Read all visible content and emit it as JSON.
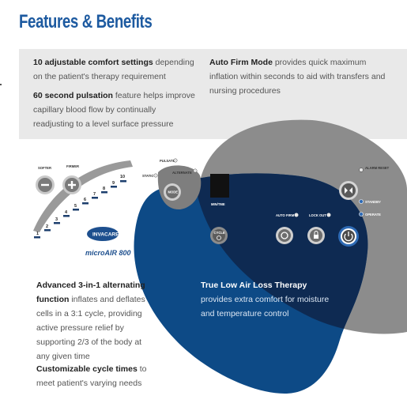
{
  "title": "Features & Benefits",
  "features": {
    "comfort": {
      "bold": "10 adjustable comfort settings",
      "text": " depending on the patient's therapy requirement"
    },
    "pulsation": {
      "bold": "60 second pulsation",
      "text": " feature helps improve capillary blood flow by continually readjusting to a level surface pressure"
    },
    "auto_firm": {
      "bold": "Auto Firm Mode",
      "text": " provides quick maximum inflation within seconds to aid with transfers and nursing procedures"
    },
    "alternating": {
      "bold": "Advanced 3-in-1 alternating function",
      "text": " inflates and deflates cells in a 3:1 cycle, providing active pressure relief by supporting 2/3 of the body at any given time"
    },
    "cycle_times": {
      "bold": "Customizable cycle times",
      "text": " to meet patient's varying needs"
    },
    "low_air_loss": {
      "bold": "True Low Air Loss Therapy",
      "text": " provides extra comfort for moisture and temperature control"
    }
  },
  "panel": {
    "softer": "SOFTER",
    "firmer": "FIRMER",
    "levels": [
      "1",
      "2",
      "3",
      "4",
      "5",
      "6",
      "7",
      "8",
      "9",
      "10"
    ],
    "pulsate": "PULSATE",
    "static": "STATIC",
    "alternate": "ALTERNATE",
    "mode": "MODE",
    "min_tme": "MIN/TME",
    "cycle": "CYCLE",
    "auto_firm": "AUTO FIRM",
    "lock_out": "LOCK OUT",
    "alarm_reset": "ALARM RESET",
    "standby": "STANDBY",
    "operate": "OPERATE"
  },
  "brand": {
    "logo": "INVACARE",
    "product": "microAIR 800"
  },
  "colors": {
    "title": "#1d5aa0",
    "blue_shape": "#0d4a86",
    "navy_overlap": "#0e2a52",
    "grey_shape": "#8c8c8c",
    "banner": "#e9e9e9"
  }
}
